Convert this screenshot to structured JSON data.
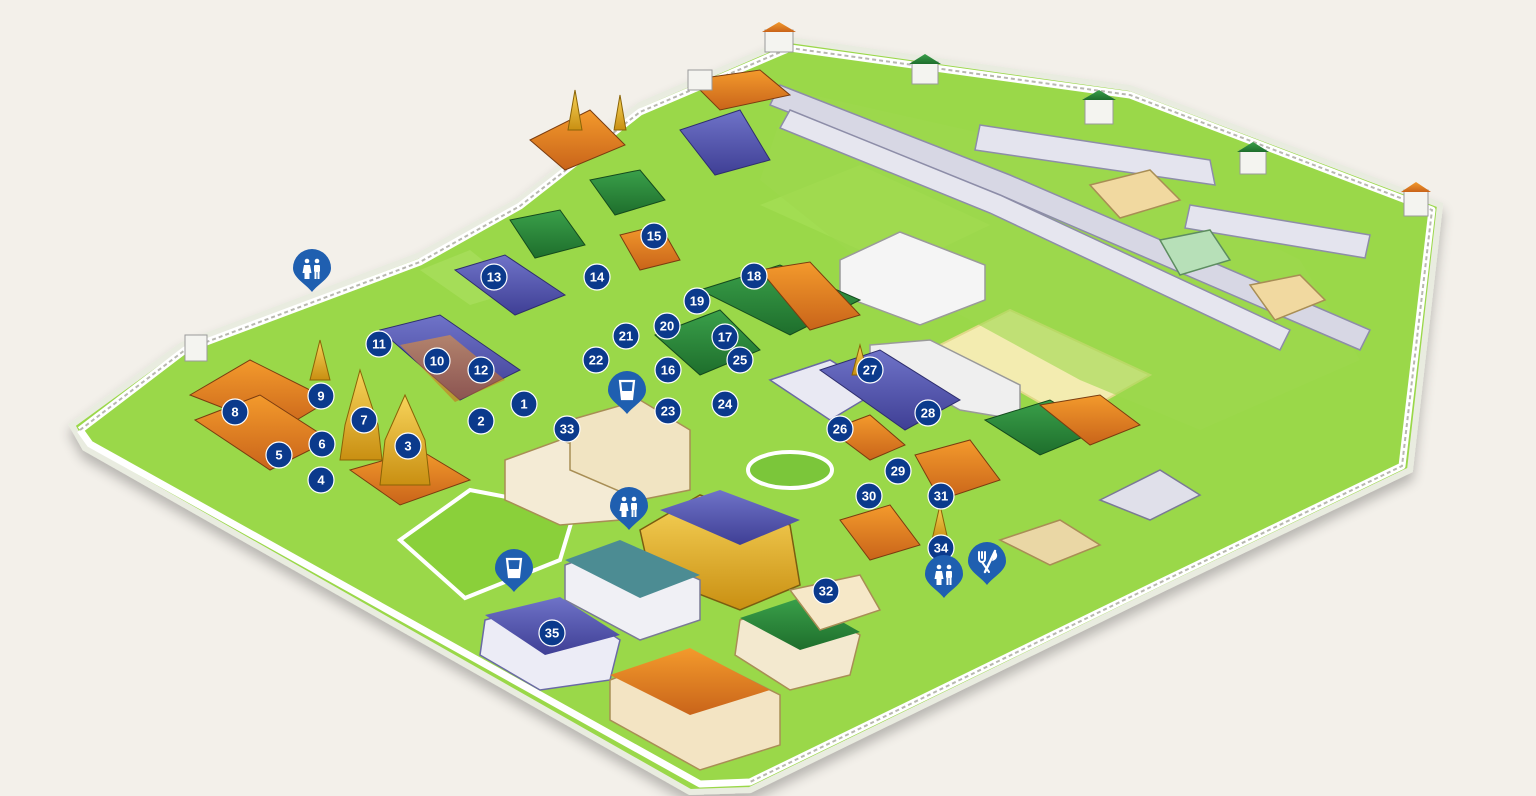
{
  "colors": {
    "background": "#f3f0ea",
    "lawn": "#8fd13f",
    "lawn_light": "#a8dc55",
    "wall": "#f4f4f0",
    "marker": "#0b3a8c",
    "pin": "#1f5fb0"
  },
  "markers": [
    {
      "label": "1"
    },
    {
      "label": "2"
    },
    {
      "label": "3"
    },
    {
      "label": "4"
    },
    {
      "label": "5"
    },
    {
      "label": "6"
    },
    {
      "label": "7"
    },
    {
      "label": "8"
    },
    {
      "label": "9"
    },
    {
      "label": "10"
    },
    {
      "label": "11"
    },
    {
      "label": "12"
    },
    {
      "label": "13"
    },
    {
      "label": "14"
    },
    {
      "label": "15"
    },
    {
      "label": "16"
    },
    {
      "label": "17"
    },
    {
      "label": "18"
    },
    {
      "label": "19"
    },
    {
      "label": "20"
    },
    {
      "label": "21"
    },
    {
      "label": "22"
    },
    {
      "label": "23"
    },
    {
      "label": "24"
    },
    {
      "label": "25"
    },
    {
      "label": "26"
    },
    {
      "label": "27"
    },
    {
      "label": "28"
    },
    {
      "label": "29"
    },
    {
      "label": "30"
    },
    {
      "label": "31"
    },
    {
      "label": "32"
    },
    {
      "label": "33"
    },
    {
      "label": "34"
    },
    {
      "label": "35"
    }
  ],
  "facilities": [
    {
      "icon": "restroom-icon"
    },
    {
      "icon": "drinking-water-icon"
    },
    {
      "icon": "restroom-icon"
    },
    {
      "icon": "drinking-water-icon"
    },
    {
      "icon": "restroom-icon"
    },
    {
      "icon": "restaurant-icon"
    }
  ]
}
